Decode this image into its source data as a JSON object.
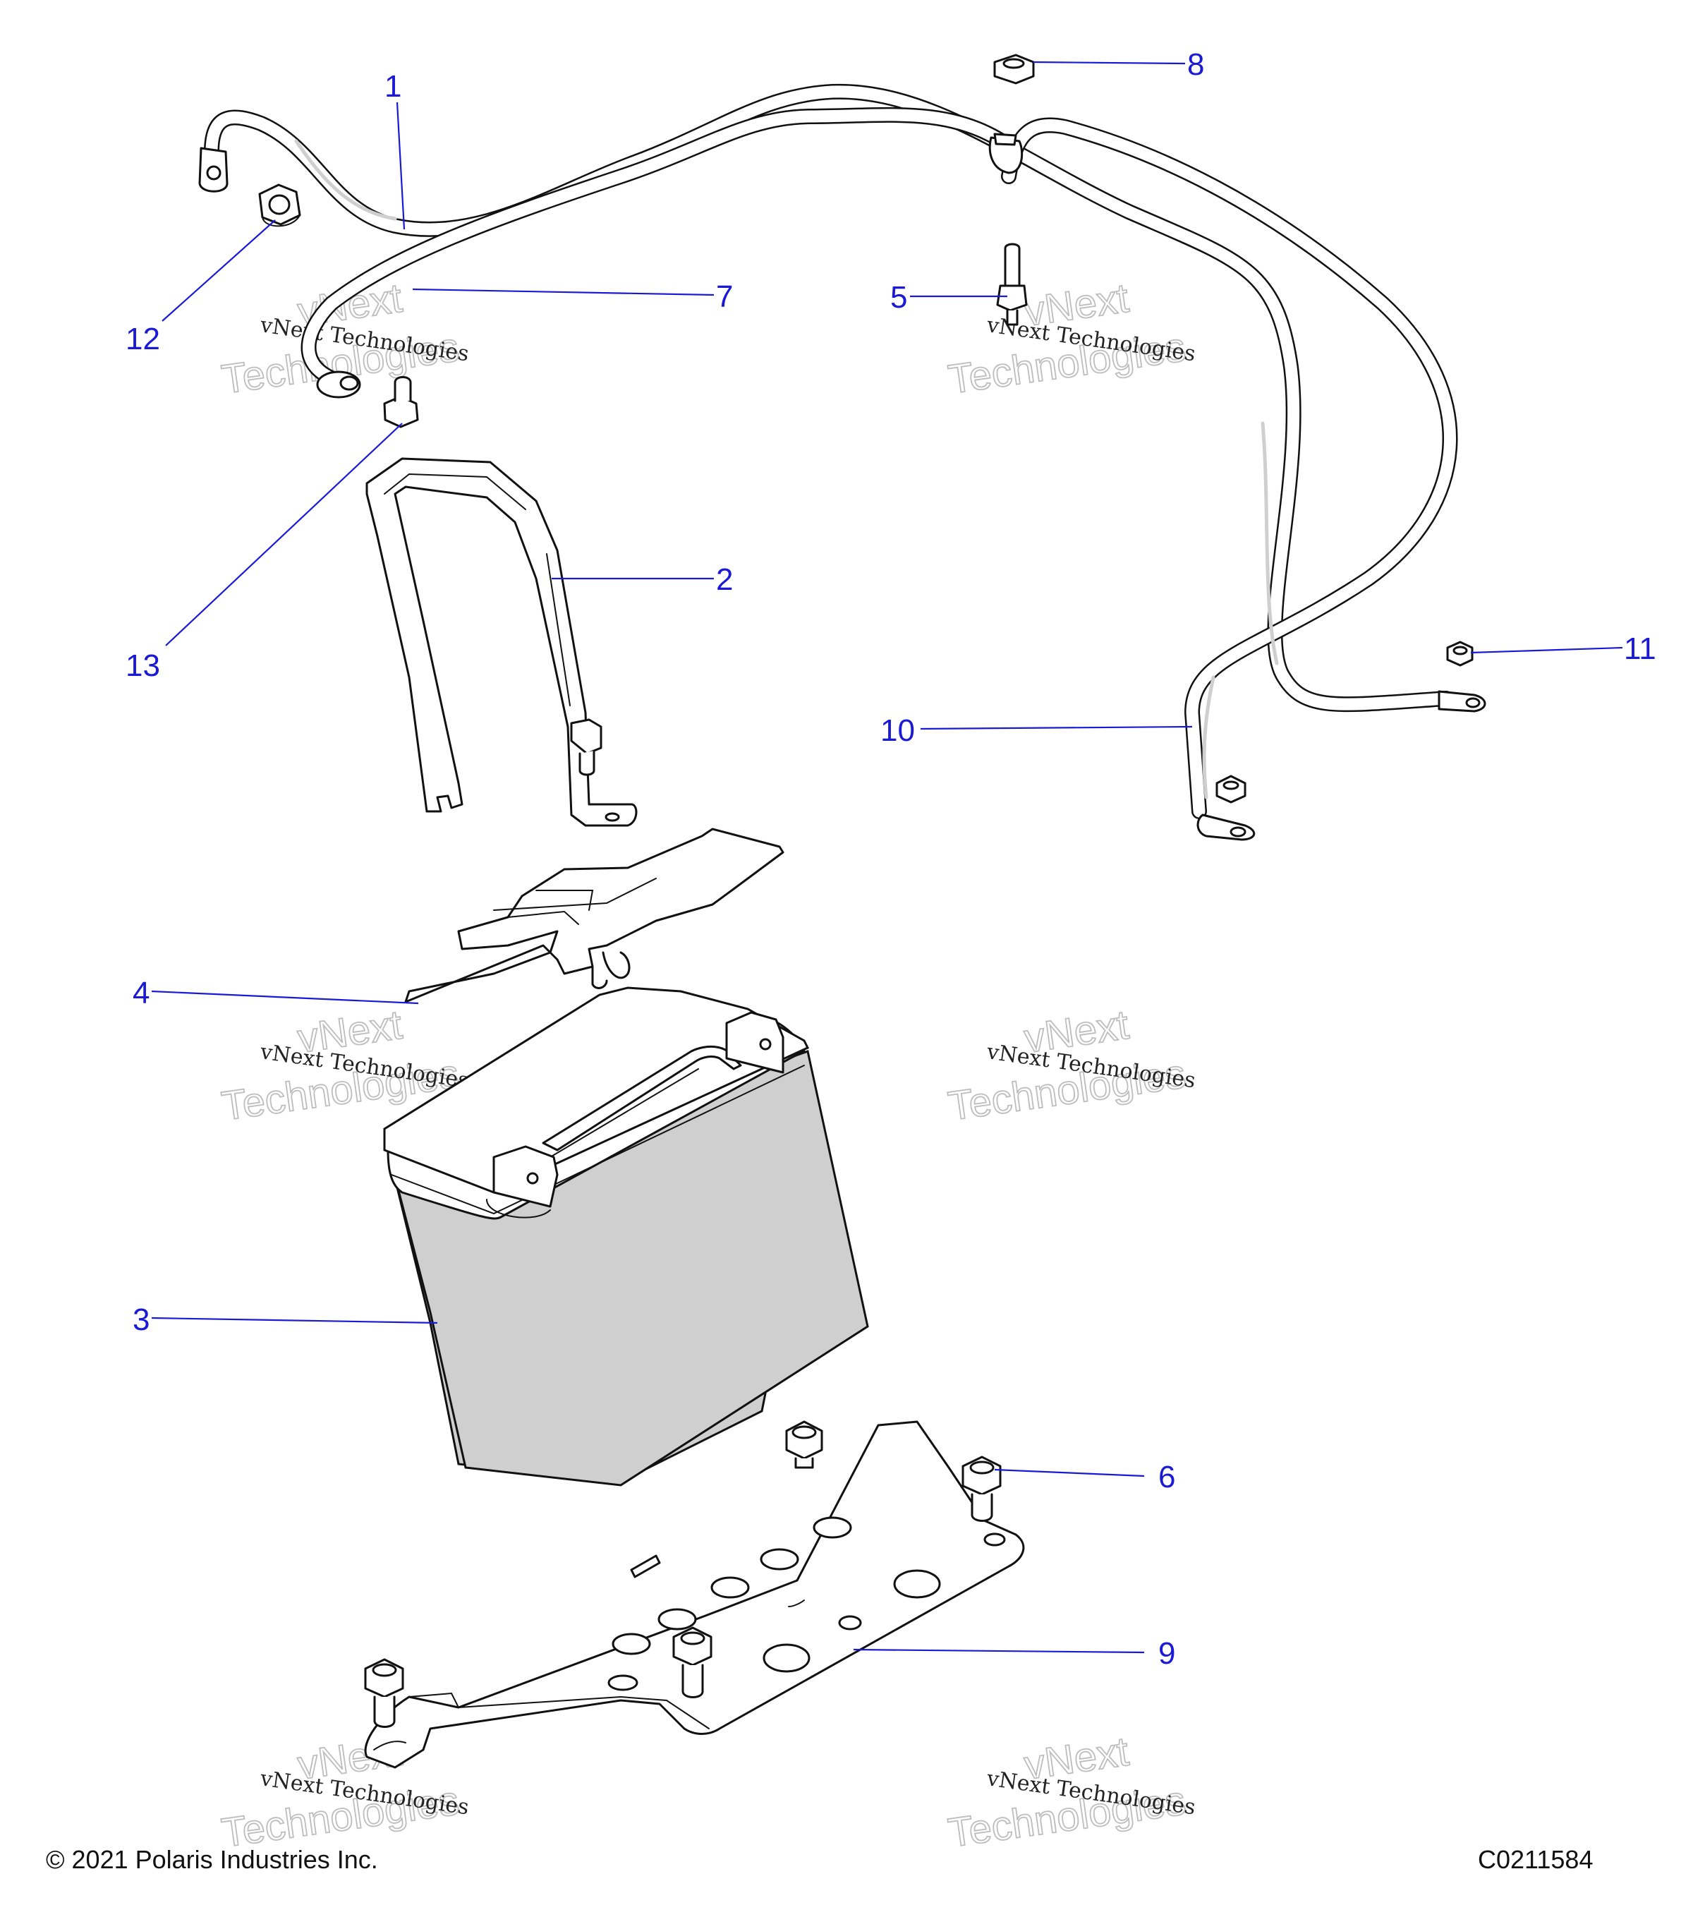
{
  "callouts": [
    {
      "id": "1",
      "part": "cable-positive"
    },
    {
      "id": "2",
      "part": "battery-hold-down-strap"
    },
    {
      "id": "3",
      "part": "battery"
    },
    {
      "id": "4",
      "part": "battery-terminal-cover"
    },
    {
      "id": "5",
      "part": "stud"
    },
    {
      "id": "6",
      "part": "bolt"
    },
    {
      "id": "7",
      "part": "cable"
    },
    {
      "id": "8",
      "part": "nut"
    },
    {
      "id": "9",
      "part": "battery-tray"
    },
    {
      "id": "10",
      "part": "cable-negative"
    },
    {
      "id": "11",
      "part": "nut"
    },
    {
      "id": "12",
      "part": "nut"
    },
    {
      "id": "13",
      "part": "bolt"
    }
  ],
  "watermark": {
    "line1": "vNext Technologies",
    "big_top": "vNext",
    "big_bottom": "Technologies"
  },
  "footer": {
    "copyright": "© 2021 Polaris Industries Inc.",
    "figure_id": "C0211584"
  },
  "colors": {
    "callout": "#1a1ad6",
    "linework": "#111111",
    "battery_fill": "#cfcfcf"
  }
}
